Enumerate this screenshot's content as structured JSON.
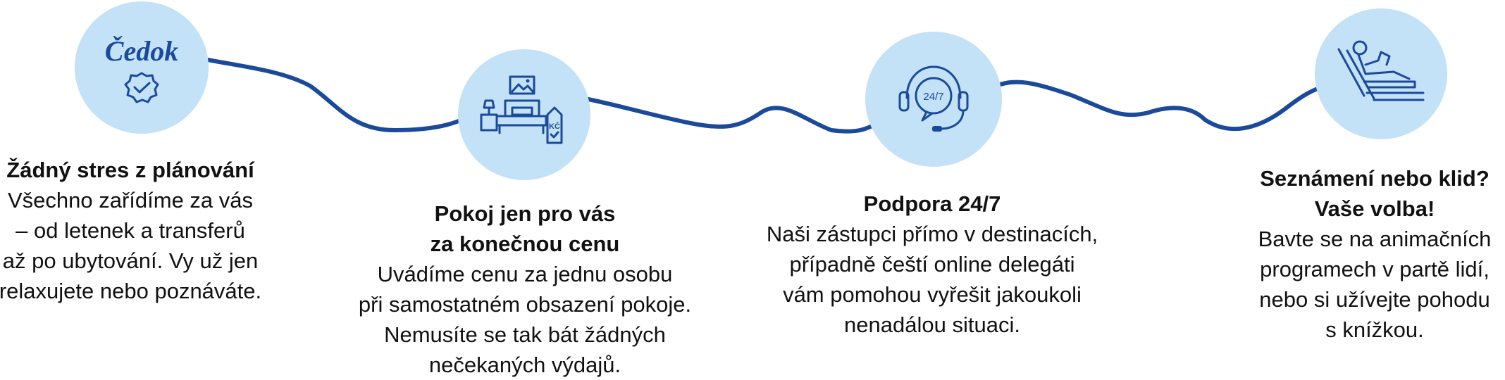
{
  "brand": {
    "logo_text": "Čedok"
  },
  "colors": {
    "circle_fill": "#c3e2f8",
    "line": "#1b4a9a",
    "icon": "#1b4a9a",
    "text": "#111111"
  },
  "steps": [
    {
      "icon": "cedok-logo-check-icon",
      "title": "Žádný stres z plánování",
      "desc": "Všechno zařídíme za vás\n– od letenek a transferů\naž po ubytování. Vy už jen\nrelaxujete nebo poznáváte."
    },
    {
      "icon": "hotel-room-bed-icon",
      "icon_tag": "KČ",
      "title": "Pokoj jen pro vás\nza konečnou cenu",
      "desc": "Uvádíme cenu za jednu osobu\npři samostatném obsazení pokoje.\nNemusíte se tak bát žádných\nnečekaných výdajů."
    },
    {
      "icon": "support-headset-icon",
      "icon_text": "24/7",
      "title": "Podpora 24/7",
      "desc": "Naši zástupci přímo v destinacích,\npřípadně čeští online delegáti\nvám pomohou vyřešit jakoukoli\nnenadálou situaci."
    },
    {
      "icon": "deck-chair-reading-icon",
      "title": "Seznámení nebo klid?\nVaše volba!",
      "desc": "Bavte se na animačních\nprogramech v partě lidí,\nnebo si užívejte pohodu\ns knížkou."
    }
  ]
}
